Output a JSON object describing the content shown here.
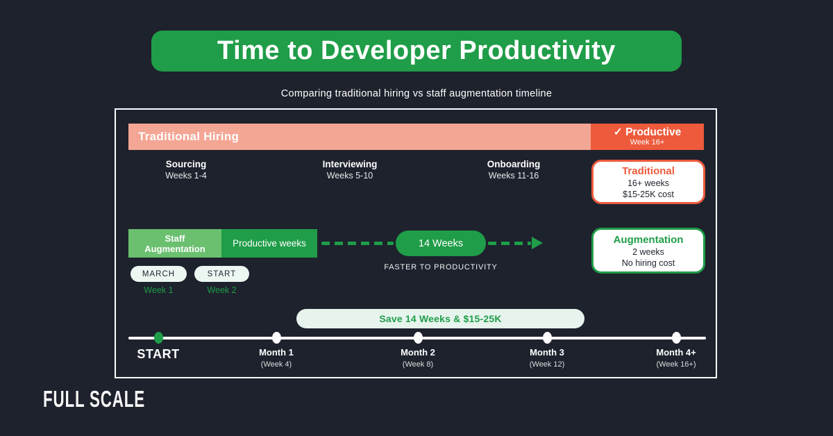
{
  "page": {
    "title": "Time to Developer Productivity",
    "subtitle": "Comparing traditional hiring vs staff augmentation timeline",
    "logo": "FULL SCALE"
  },
  "traditional": {
    "bar_label": "Traditional Hiring",
    "badge": {
      "title": "✓ Productive",
      "subtitle": "Week 16+"
    },
    "phases": [
      {
        "name": "Sourcing",
        "weeks": "Weeks 1-4"
      },
      {
        "name": "Interviewing",
        "weeks": "Weeks 5-10"
      },
      {
        "name": "Onboarding",
        "weeks": "Weeks 11-16"
      }
    ],
    "card": {
      "title": "Traditional",
      "line1": "16+ weeks",
      "line2": "$15-25K cost"
    }
  },
  "augmentation": {
    "block_line1": "Staff",
    "block_line2": "Augmentation",
    "productive_label": "Productive weeks",
    "pill": "14 Weeks",
    "caption": "FASTER TO PRODUCTIVITY",
    "tags": [
      {
        "label": "MARCH",
        "week": "Week 1"
      },
      {
        "label": "START",
        "week": "Week 2"
      }
    ],
    "card": {
      "title": "Augmentation",
      "line1": "2 weeks",
      "line2": "No hiring cost"
    }
  },
  "savings": {
    "label": "Save 14 Weeks & $15-25K"
  },
  "timeline": {
    "start": "START",
    "milestones": [
      {
        "label": "Month 1",
        "sub": "(Week 4)"
      },
      {
        "label": "Month 2",
        "sub": "(Week 8)"
      },
      {
        "label": "Month 3",
        "sub": "(Week 12)"
      },
      {
        "label": "Month 4+",
        "sub": "(Week 16+)"
      }
    ]
  },
  "colors": {
    "background": "#1e222d",
    "brand_green": "#1f9d48",
    "light_green": "#6ac06f",
    "salmon": "#f4a694",
    "orange": "#ed5a3c",
    "mint": "#e7f4ee",
    "white": "#ffffff"
  }
}
